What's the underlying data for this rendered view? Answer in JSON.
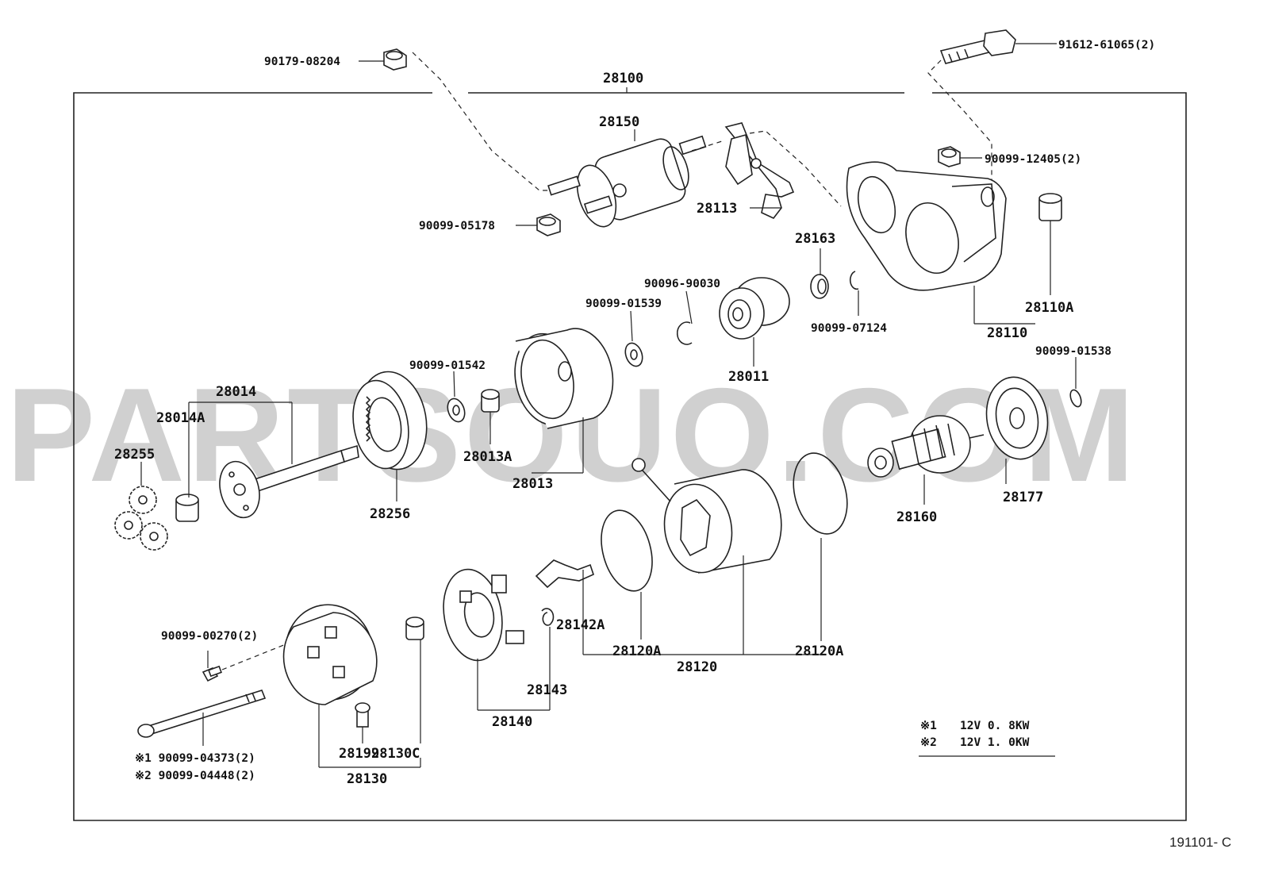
{
  "watermark": "PARTSOUQ.COM",
  "diagram_code": "191101- C",
  "assembly_label": "28100",
  "legend": {
    "rows": [
      {
        "mark": "※1",
        "text": "12V  0. 8KW"
      },
      {
        "mark": "※2",
        "text": "12V  1. 0KW"
      }
    ]
  },
  "labels": {
    "p90179_08204": "90179-08204",
    "p91612_61065": "91612-61065(2)",
    "p28150": "28150",
    "p28113": "28113",
    "p90099_12405": "90099-12405(2)",
    "p90099_05178": "90099-05178",
    "p28163": "28163",
    "p90096_90030": "90096-90030",
    "p90099_01539": "90099-01539",
    "p28110A": "28110A",
    "p90099_07124": "90099-07124",
    "p28110": "28110",
    "p90099_01538": "90099-01538",
    "p90099_01542": "90099-01542",
    "p28011": "28011",
    "p28014": "28014",
    "p28014A": "28014A",
    "p28255": "28255",
    "p28013A": "28013A",
    "p28013": "28013",
    "p28256": "28256",
    "p28160": "28160",
    "p28177": "28177",
    "p90099_00270": "90099-00270(2)",
    "p28142A": "28142A",
    "p28120A_1": "28120A",
    "p28120A_2": "28120A",
    "p28120": "28120",
    "p28143": "28143",
    "p28140": "28140",
    "p28199": "28199",
    "p28130C": "28130C",
    "p28130": "28130",
    "p90099_04373": "※1 90099-04373(2)",
    "p90099_04448": "※2 90099-04448(2)"
  }
}
